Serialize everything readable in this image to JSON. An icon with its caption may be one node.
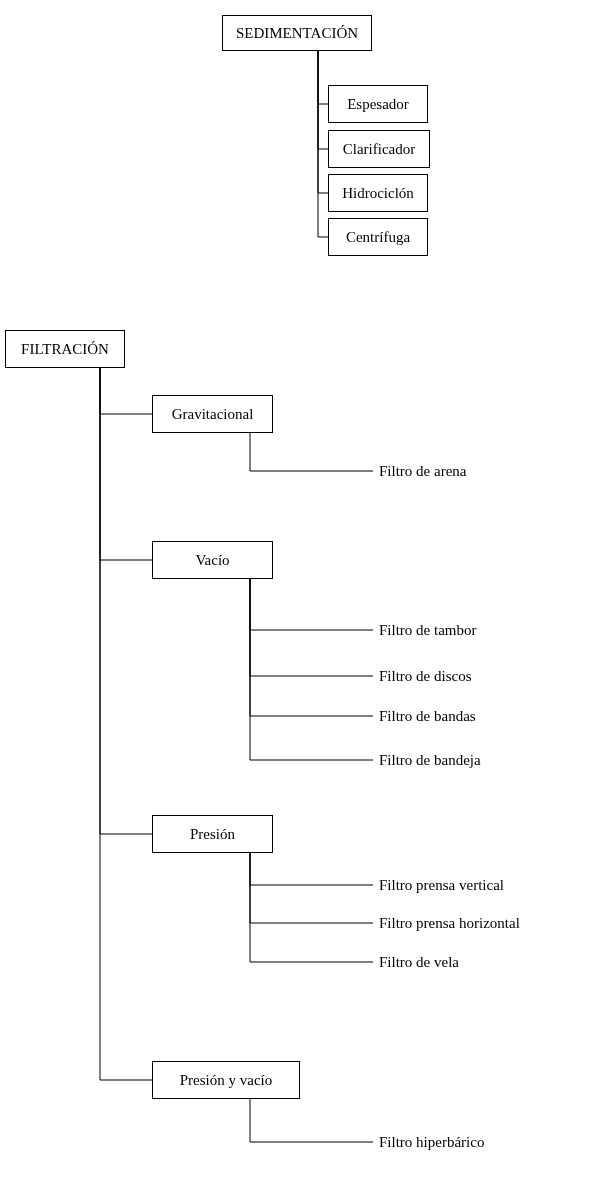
{
  "diagram": {
    "nodes": [
      {
        "text": [
          "SEDIMENTACIÓN"
        ]
      },
      {
        "text": [
          "Espesador"
        ]
      },
      {
        "text": [
          "Clarificador"
        ]
      },
      {
        "text": [
          "Hidrociclón"
        ]
      },
      {
        "text": [
          "Centrífuga"
        ]
      },
      {
        "text": [
          "FILTRACIÓN"
        ]
      },
      {
        "text": [
          "Gravitacional"
        ]
      },
      {
        "text": [
          "Filtro de arena"
        ]
      },
      {
        "text": [
          "Vacío"
        ]
      },
      {
        "text": [
          "Filtro de tambor"
        ]
      },
      {
        "text": [
          "Filtro de discos"
        ]
      },
      {
        "text": [
          "Filtro de bandas"
        ]
      },
      {
        "text": [
          "Filtro de bandeja"
        ]
      },
      {
        "text": [
          "Presión"
        ]
      },
      {
        "text": [
          "Filtro prensa vertical"
        ]
      },
      {
        "text": [
          "Filtro prensa horizontal"
        ]
      },
      {
        "text": [
          "Filtro de vela"
        ]
      },
      {
        "text": [
          "Presión y vacío"
        ]
      },
      {
        "text": [
          "Filtro hiperbárico"
        ]
      }
    ],
    "edges": [
      {
        "from": 0,
        "to": 1,
        "arrow": "none"
      },
      {
        "from": 0,
        "to": 2,
        "arrow": "none"
      },
      {
        "from": 0,
        "to": 3,
        "arrow": "none"
      },
      {
        "from": 0,
        "to": 4,
        "arrow": "none"
      },
      {
        "from": 5,
        "to": 6,
        "arrow": "none"
      },
      {
        "from": 5,
        "to": 8,
        "arrow": "none"
      },
      {
        "from": 5,
        "to": 13,
        "arrow": "none"
      },
      {
        "from": 5,
        "to": 17,
        "arrow": "none"
      },
      {
        "from": 6,
        "to": 7,
        "arrow": "none"
      },
      {
        "from": 8,
        "to": 9,
        "arrow": "none"
      },
      {
        "from": 8,
        "to": 10,
        "arrow": "none"
      },
      {
        "from": 8,
        "to": 11,
        "arrow": "none"
      },
      {
        "from": 8,
        "to": 12,
        "arrow": "none"
      },
      {
        "from": 13,
        "to": 14,
        "arrow": "none"
      },
      {
        "from": 13,
        "to": 15,
        "arrow": "none"
      },
      {
        "from": 13,
        "to": 16,
        "arrow": "none"
      },
      {
        "from": 17,
        "to": 18,
        "arrow": "none"
      }
    ]
  }
}
